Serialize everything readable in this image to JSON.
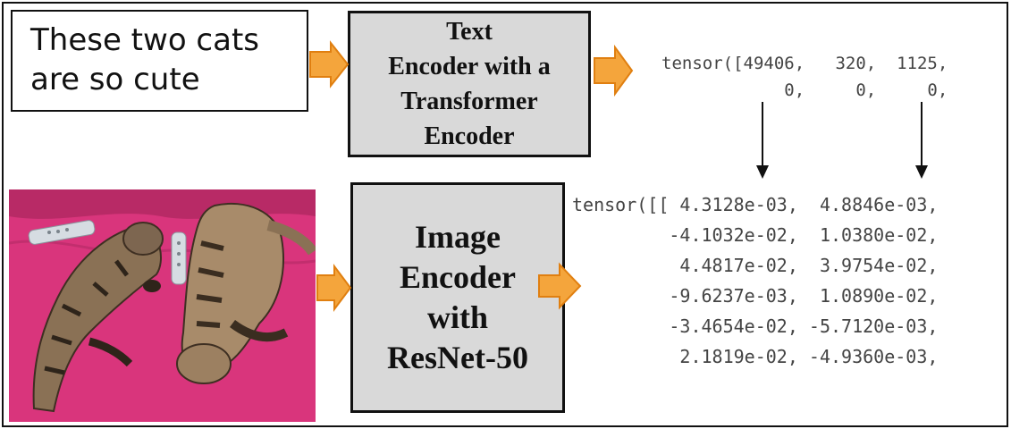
{
  "input_text": {
    "line1": "These two cats",
    "line2": "are so cute"
  },
  "text_encoder": {
    "lines": [
      "Text",
      "Encoder with a",
      "Transformer",
      "Encoder"
    ]
  },
  "image_encoder": {
    "lines": [
      "Image",
      "Encoder",
      "with",
      "ResNet-50"
    ]
  },
  "text_tensor": {
    "lines": [
      "tensor([49406,   320,  1125,",
      "            0,     0,     0,"
    ]
  },
  "image_tensor": {
    "lines": [
      "tensor([[ 4.3128e-03,  4.8846e-03,",
      "         -4.1032e-02,  1.0380e-02,",
      "          4.4817e-02,  3.9754e-02,",
      "         -9.6237e-03,  1.0890e-02,",
      "         -3.4654e-02, -5.7120e-03,",
      "          2.1819e-02, -4.9360e-03,"
    ]
  },
  "colors": {
    "arrow_fill": "#f4a53c",
    "arrow_stroke": "#e07f10",
    "encoder_fill": "#d9d9d9",
    "couch": "#d9357c"
  },
  "icons": {
    "flow_arrow": "orange-block-arrow",
    "down_arrow": "black-down-arrow"
  }
}
